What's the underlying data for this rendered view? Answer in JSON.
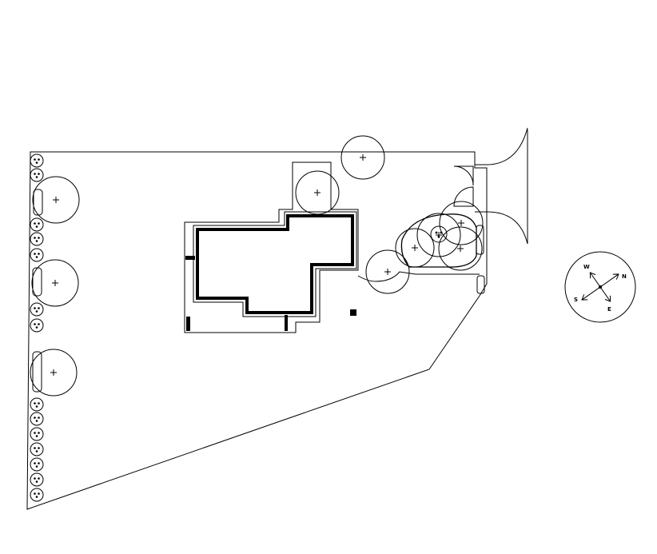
{
  "compass": {
    "north": "N",
    "south": "S",
    "east": "E",
    "west": "W"
  }
}
